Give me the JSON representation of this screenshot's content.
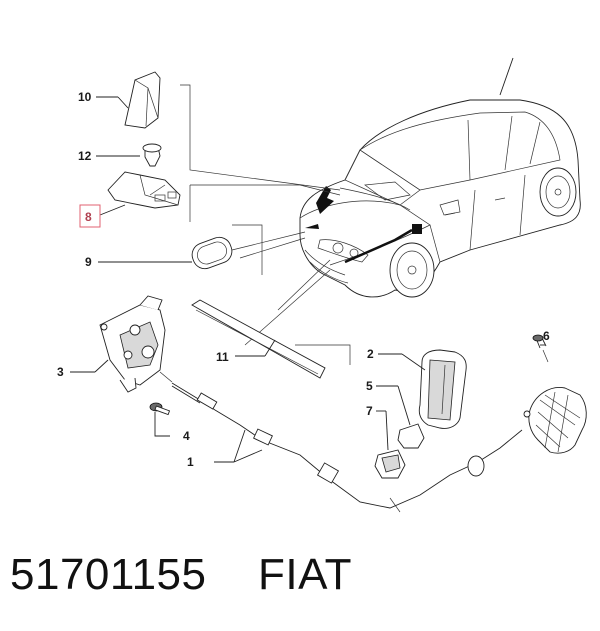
{
  "callouts": {
    "c1": "1",
    "c2": "2",
    "c3": "3",
    "c4": "4",
    "c5": "5",
    "c6": "6",
    "c7": "7",
    "c8": "8",
    "c9": "9",
    "c10": "10",
    "c11": "11",
    "c12": "12"
  },
  "highlight_color": "#e06070",
  "caption": {
    "part_number": "51701155",
    "brand": "FIAT"
  }
}
